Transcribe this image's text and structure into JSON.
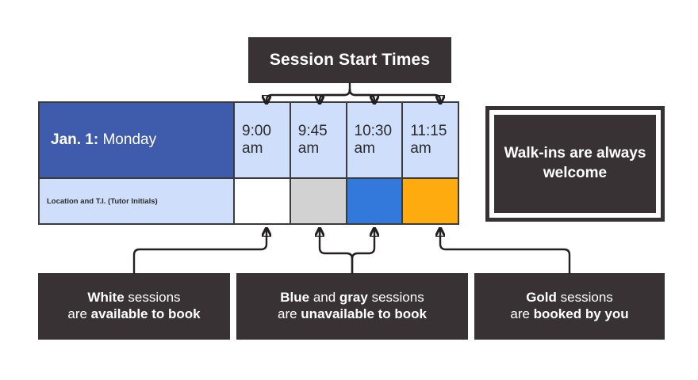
{
  "title_box": {
    "label": "Session Start Times"
  },
  "walkins_box": {
    "line1": "Walk-ins are",
    "line2": "always welcome"
  },
  "schedule": {
    "day": {
      "date": "Jan. 1:",
      "weekday": " Monday"
    },
    "location_label": "Location and T.I. (Tutor Initials)",
    "columns": [
      {
        "time": "9:00",
        "meridiem": "am",
        "status": "white",
        "status_color": "#ffffff"
      },
      {
        "time": "9:45",
        "meridiem": "am",
        "status": "gray",
        "status_color": "#d2d2d2"
      },
      {
        "time": "10:30",
        "meridiem": "am",
        "status": "blue",
        "status_color": "#3279db"
      },
      {
        "time": "11:15",
        "meridiem": "am",
        "status": "gold",
        "status_color": "#feab10"
      }
    ]
  },
  "legend": [
    {
      "l1_strong": "White",
      "l1_rest": " sessions",
      "l2_rest": "are ",
      "l2_strong": "available to book"
    },
    {
      "l1_strong": "Blue",
      "l1_mid": " and ",
      "l1_strong2": "gray",
      "l1_rest": " sessions",
      "l2_rest": "are ",
      "l2_strong": "unavailable to book"
    },
    {
      "l1_strong": "Gold",
      "l1_rest": " sessions",
      "l2_rest": "are ",
      "l2_strong": "booked by you"
    }
  ],
  "colors": {
    "dark": "#393234",
    "day_header_blue": "#3f5bab",
    "light_blue": "#cfdffb",
    "booked_gold": "#feab10",
    "unavailable_blue": "#3279db",
    "unavailable_gray": "#d2d2d2",
    "available_white": "#ffffff",
    "border": "#3b3b3b"
  }
}
